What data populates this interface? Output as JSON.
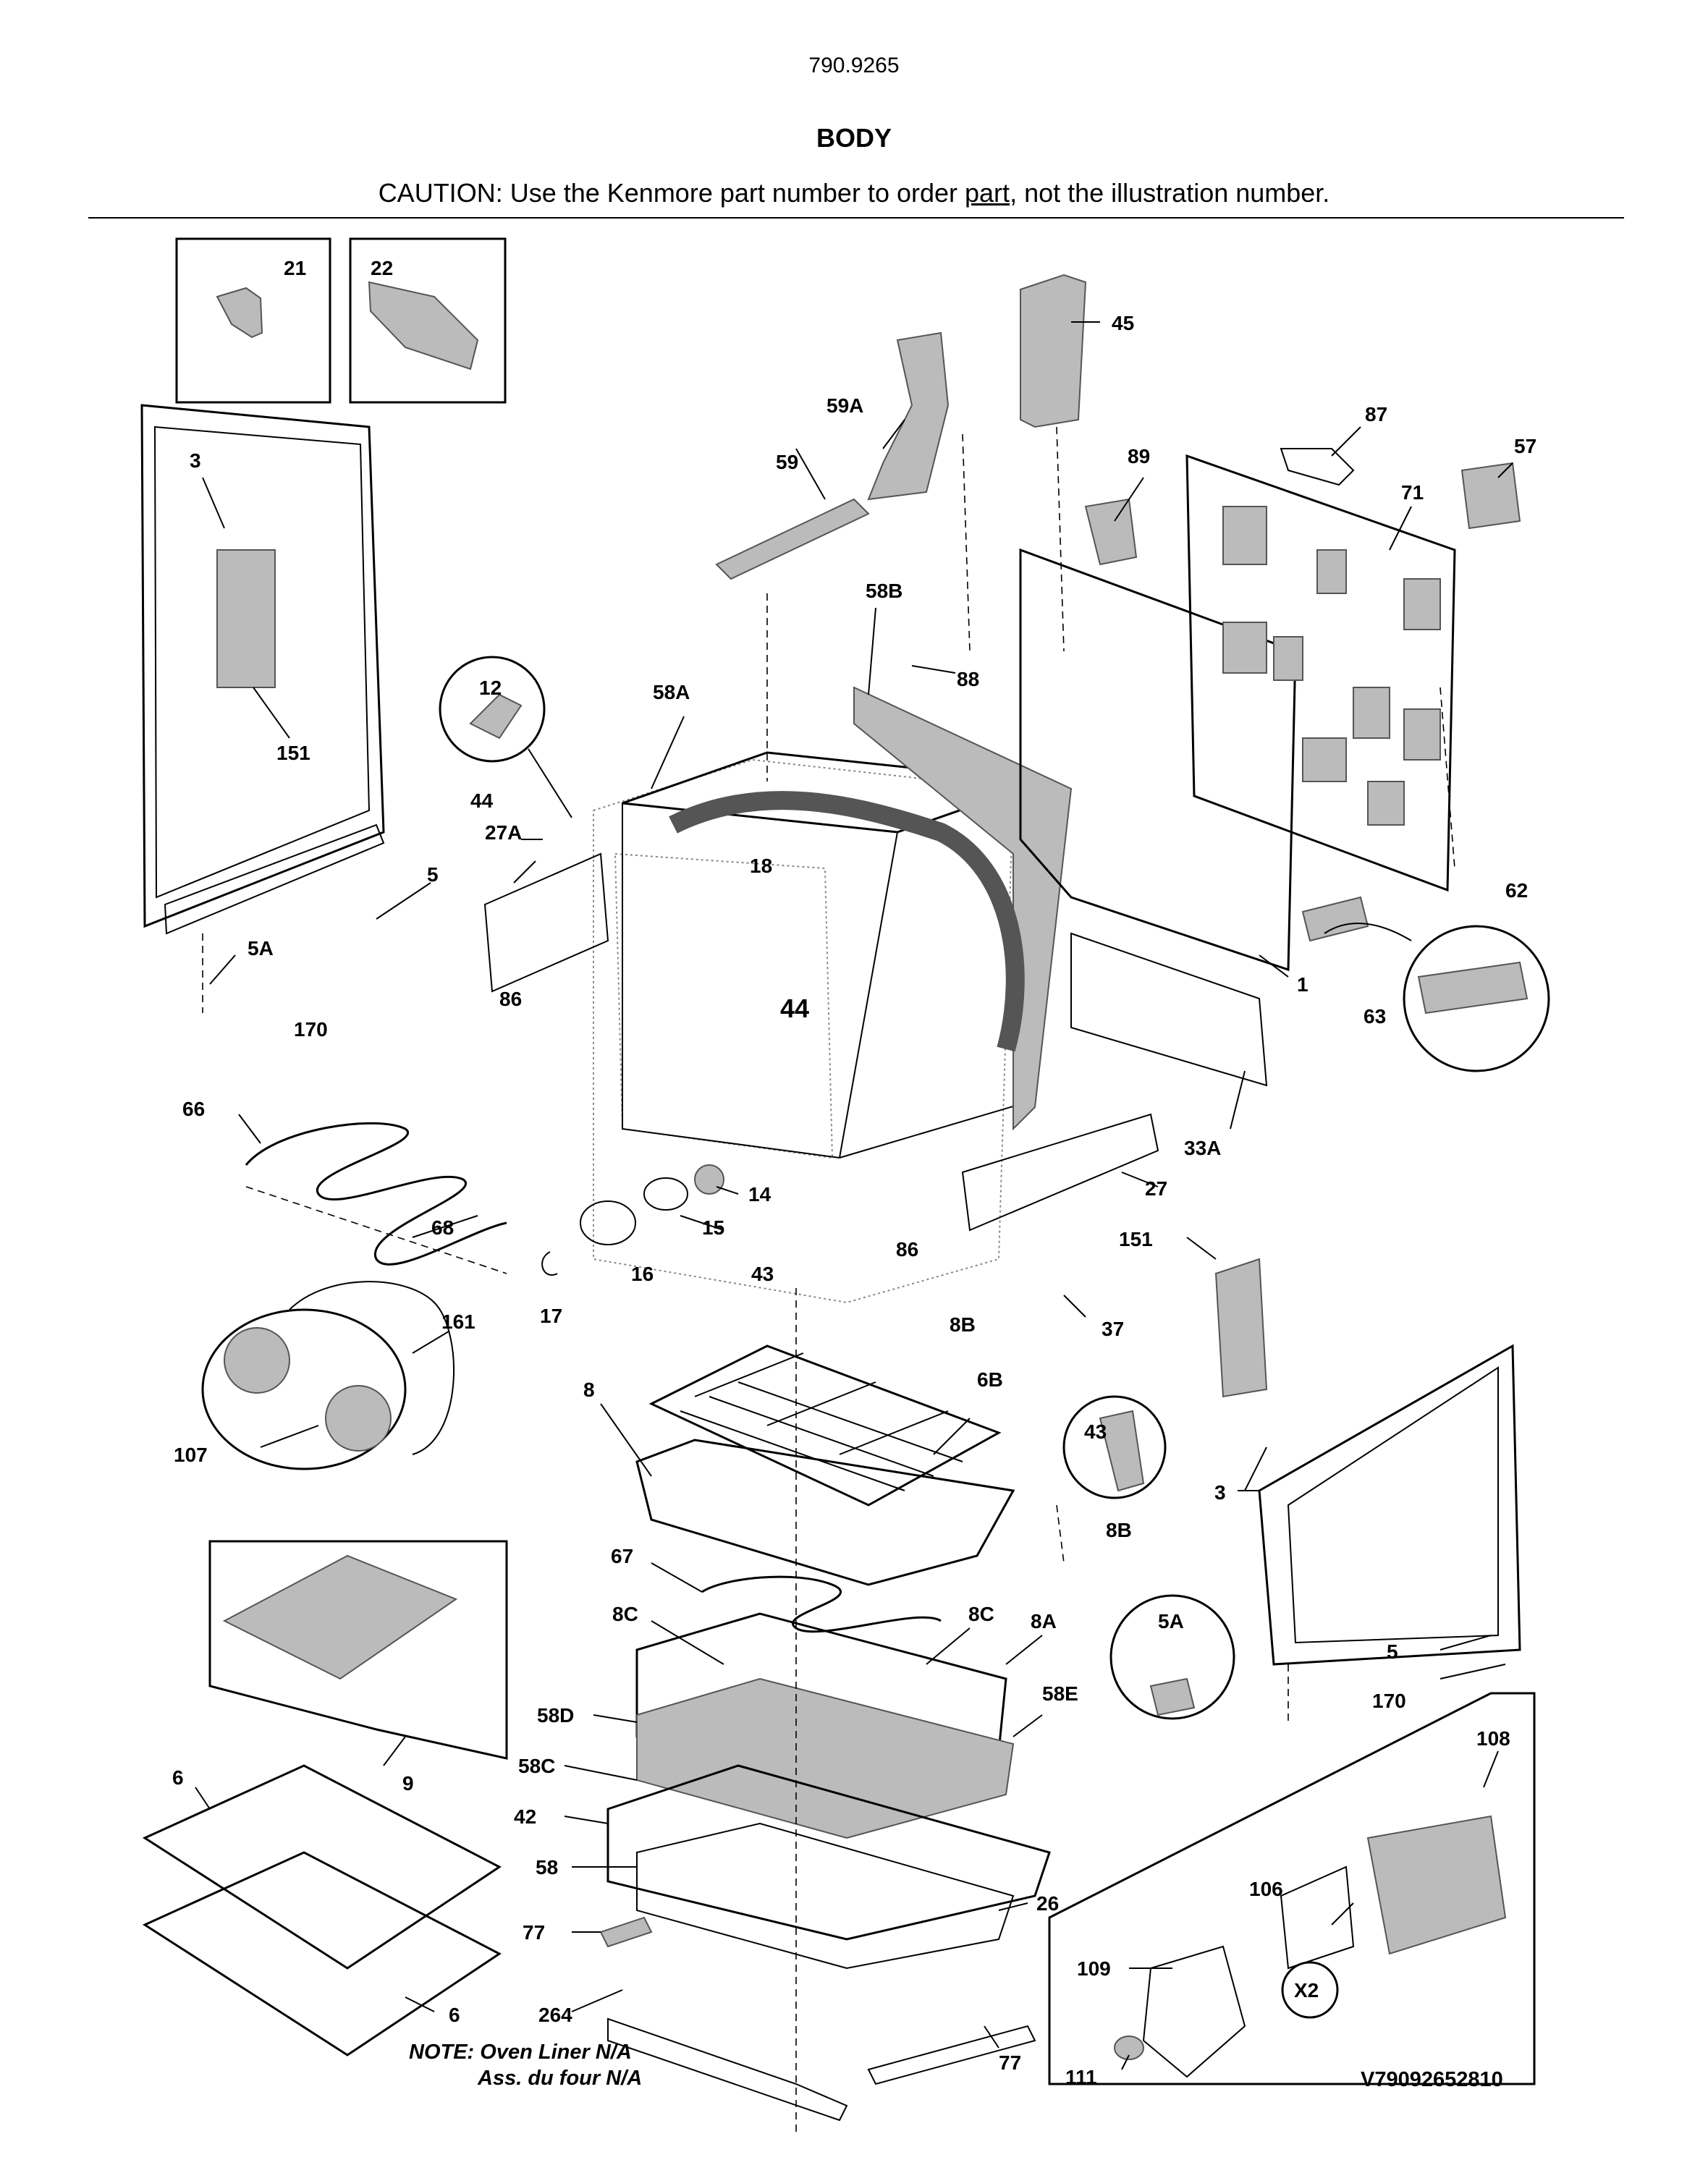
{
  "header": {
    "model_number": "790.9265",
    "title": "BODY",
    "caution_prefix": "CAUTION: Use the Kenmore part number to order ",
    "caution_link": "part",
    "caution_suffix": ", not the illustration number."
  },
  "callouts": {
    "c21": "21",
    "c22": "22",
    "c3_left": "3",
    "c151_left": "151",
    "c5A_left": "5A",
    "c5_left": "5",
    "c170_left": "170",
    "c12": "12",
    "c44_small": "44",
    "c27A": "27A",
    "c86_left": "86",
    "c58A": "58A",
    "c18": "18",
    "c44_big": "44",
    "c59": "59",
    "c59A": "59A",
    "c45": "45",
    "c58B": "58B",
    "c88": "88",
    "c89": "89",
    "c87": "87",
    "c71": "71",
    "c57": "57",
    "c62": "62",
    "c63": "63",
    "c1": "1",
    "c33A": "33A",
    "c27": "27",
    "c86_right": "86",
    "c14": "14",
    "c15": "15",
    "c16": "16",
    "c17": "17",
    "c43_top": "43",
    "c66": "66",
    "c68": "68",
    "c161": "161",
    "c107": "107",
    "c8B_top": "8B",
    "c6B": "6B",
    "c8": "8",
    "c43_circle": "43",
    "c8B_bottom": "8B",
    "c151_right": "151",
    "c37": "37",
    "c3_right": "3",
    "c67": "67",
    "c8C_left": "8C",
    "c8C_right": "8C",
    "c8A": "8A",
    "c58E": "58E",
    "c58D": "58D",
    "c58C": "58C",
    "c42": "42",
    "c58": "58",
    "c26": "26",
    "c77_left": "77",
    "c77_right": "77",
    "c264": "264",
    "c9": "9",
    "c6_top": "6",
    "c6_bottom": "6",
    "c5A_circle": "5A",
    "c5_right": "5",
    "c170_right": "170",
    "c108": "108",
    "c106": "106",
    "c109": "109",
    "c111": "111",
    "cX2": "X2"
  },
  "footer": {
    "note_line1": "NOTE: Oven Liner N/A",
    "note_line2": "Ass. du four N/A",
    "document_code": "V79092652810"
  }
}
